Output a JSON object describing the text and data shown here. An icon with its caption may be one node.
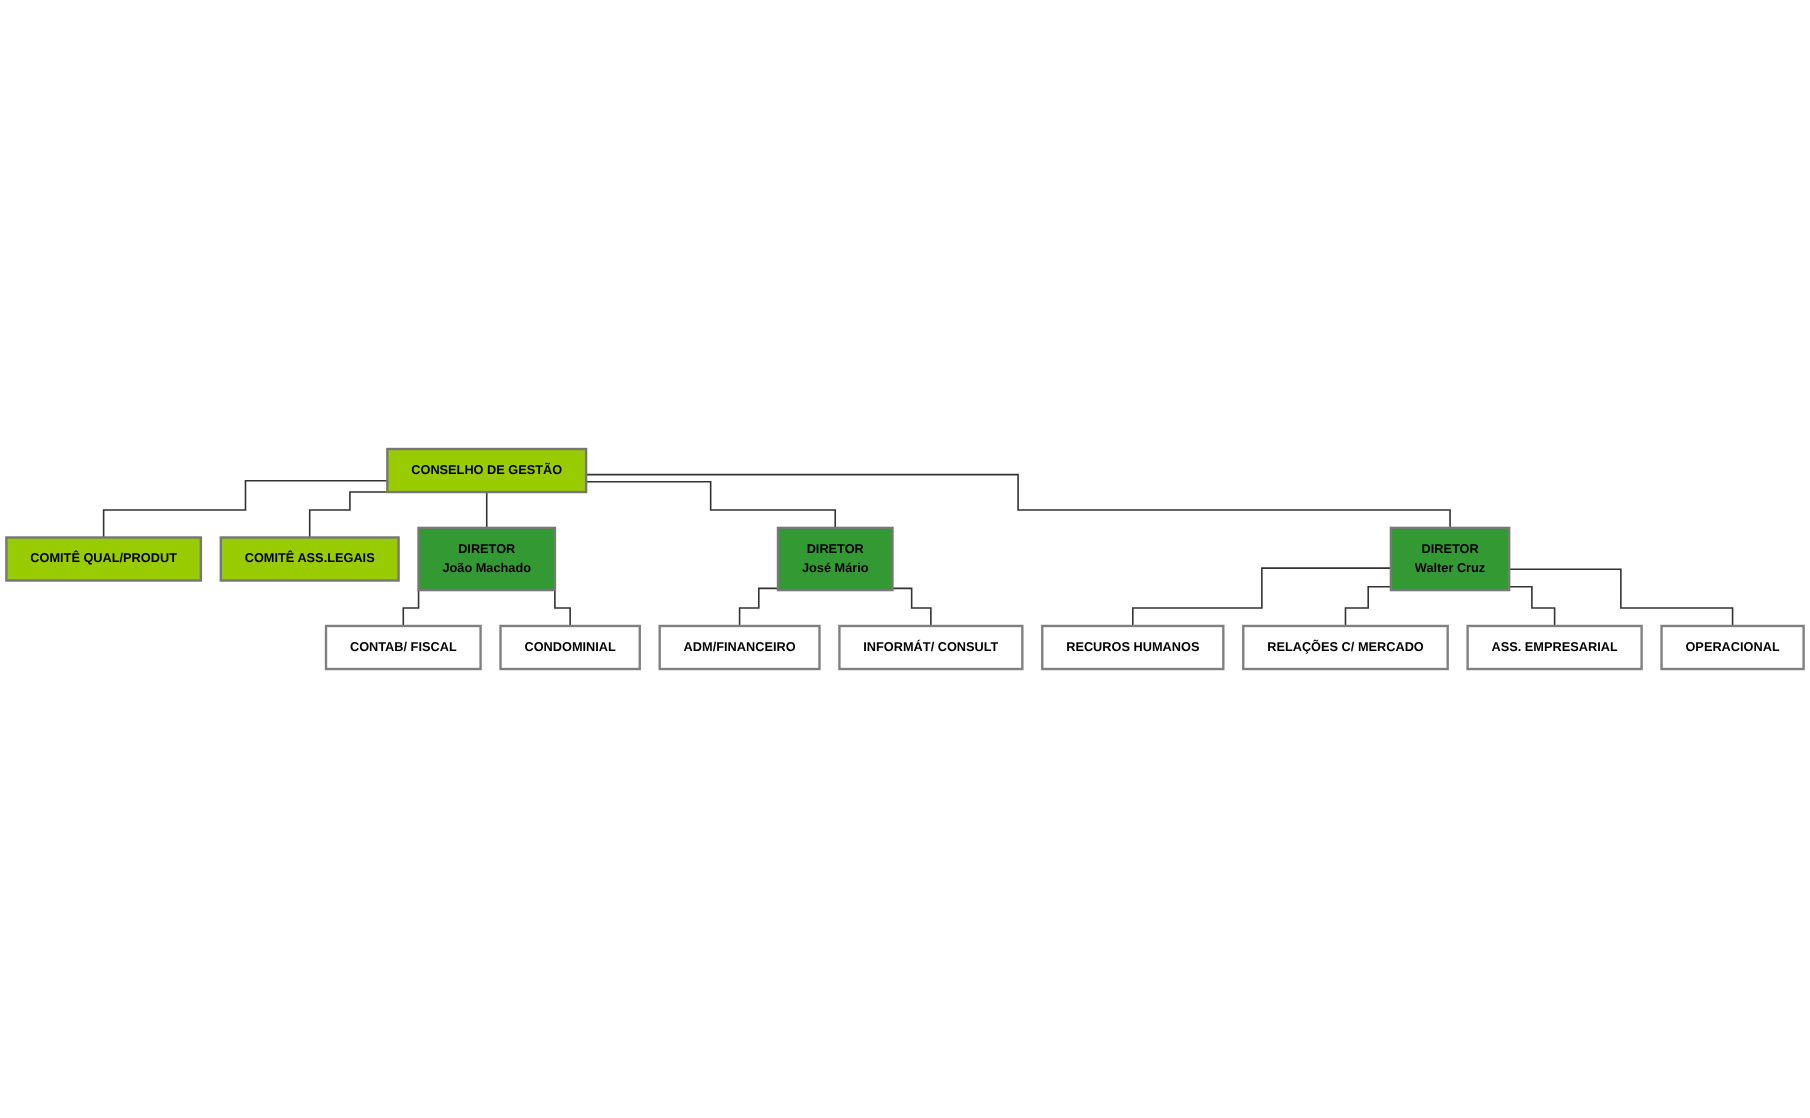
{
  "diagram": {
    "nodes": [
      {
        "text": [
          "CONSELHO DE GESTÃO"
        ]
      },
      {
        "text": [
          "COMITÊ QUAL/PRODUT"
        ]
      },
      {
        "text": [
          "COMITÊ ASS.LEGAIS"
        ]
      },
      {
        "text": [
          "DIRETOR",
          "João Machado"
        ]
      },
      {
        "text": [
          "DIRETOR",
          "José Mário"
        ]
      },
      {
        "text": [
          "DIRETOR",
          "Walter Cruz"
        ]
      },
      {
        "text": [
          "CONTAB/ FISCAL"
        ]
      },
      {
        "text": [
          "CONDOMINIAL"
        ]
      },
      {
        "text": [
          "ADM/FINANCEIRO"
        ]
      },
      {
        "text": [
          "INFORMÁT/ CONSULT"
        ]
      },
      {
        "text": [
          "RECUROS HUMANOS"
        ]
      },
      {
        "text": [
          "RELAÇÕES C/ MERCADO"
        ]
      },
      {
        "text": [
          "ASS. EMPRESARIAL"
        ]
      },
      {
        "text": [
          "OPERACIONAL"
        ]
      }
    ],
    "edges": [
      {
        "from": 0,
        "to": 1,
        "arrow": "none"
      },
      {
        "from": 0,
        "to": 2,
        "arrow": "none"
      },
      {
        "from": 0,
        "to": 3,
        "arrow": "none"
      },
      {
        "from": 0,
        "to": 4,
        "arrow": "none"
      },
      {
        "from": 0,
        "to": 5,
        "arrow": "none"
      },
      {
        "from": 3,
        "to": 6,
        "arrow": "none"
      },
      {
        "from": 3,
        "to": 7,
        "arrow": "none"
      },
      {
        "from": 4,
        "to": 8,
        "arrow": "none"
      },
      {
        "from": 4,
        "to": 9,
        "arrow": "none"
      },
      {
        "from": 5,
        "to": 10,
        "arrow": "none"
      },
      {
        "from": 5,
        "to": 11,
        "arrow": "none"
      },
      {
        "from": 5,
        "to": 12,
        "arrow": "none"
      },
      {
        "from": 5,
        "to": 13,
        "arrow": "none"
      }
    ]
  }
}
